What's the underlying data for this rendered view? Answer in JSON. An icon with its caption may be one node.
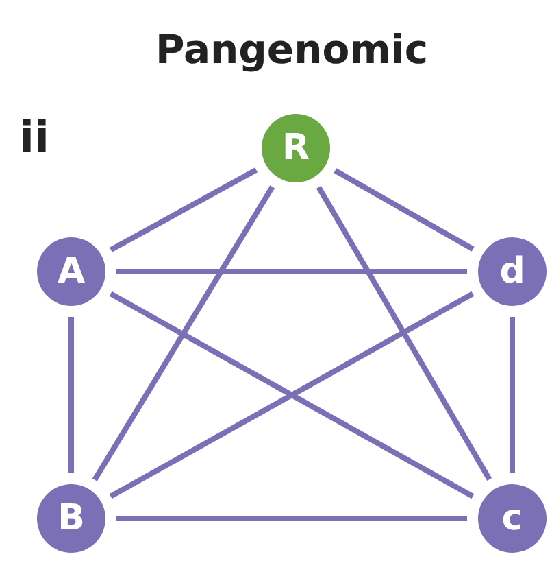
{
  "diagram": {
    "title": "Pangenomic",
    "nodes": [
      {
        "text": [
          "R"
        ]
      },
      {
        "text": [
          "A"
        ]
      },
      {
        "text": [
          "d"
        ]
      },
      {
        "text": [
          "B"
        ]
      },
      {
        "text": [
          "c"
        ]
      }
    ],
    "edges": [
      {
        "from": 0,
        "to": 1,
        "arrow": "none"
      },
      {
        "from": 0,
        "to": 2,
        "arrow": "none"
      },
      {
        "from": 0,
        "to": 3,
        "arrow": "none"
      },
      {
        "from": 0,
        "to": 4,
        "arrow": "none"
      },
      {
        "from": 1,
        "to": 2,
        "arrow": "none"
      },
      {
        "from": 1,
        "to": 3,
        "arrow": "none"
      },
      {
        "from": 1,
        "to": 4,
        "arrow": "none"
      },
      {
        "from": 2,
        "to": 3,
        "arrow": "none"
      },
      {
        "from": 2,
        "to": 4,
        "arrow": "none"
      },
      {
        "from": 3,
        "to": 4,
        "arrow": "none"
      }
    ],
    "labels": [
      "ii"
    ]
  }
}
